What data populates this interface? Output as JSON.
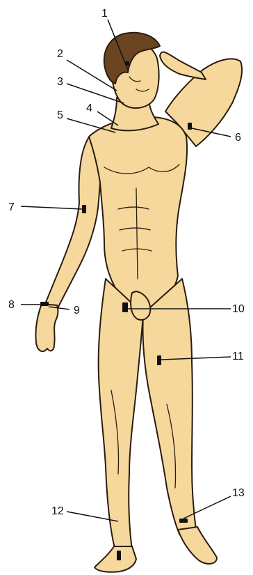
{
  "colors": {
    "skin": "#f6d79c",
    "outline": "#2a1c10",
    "hair": "#6b4520",
    "background": "#ffffff",
    "mark": "#111111"
  },
  "labels": [
    "1",
    "2",
    "3",
    "4",
    "5",
    "6",
    "7",
    "8",
    "9",
    "10",
    "11",
    "12",
    "13"
  ]
}
